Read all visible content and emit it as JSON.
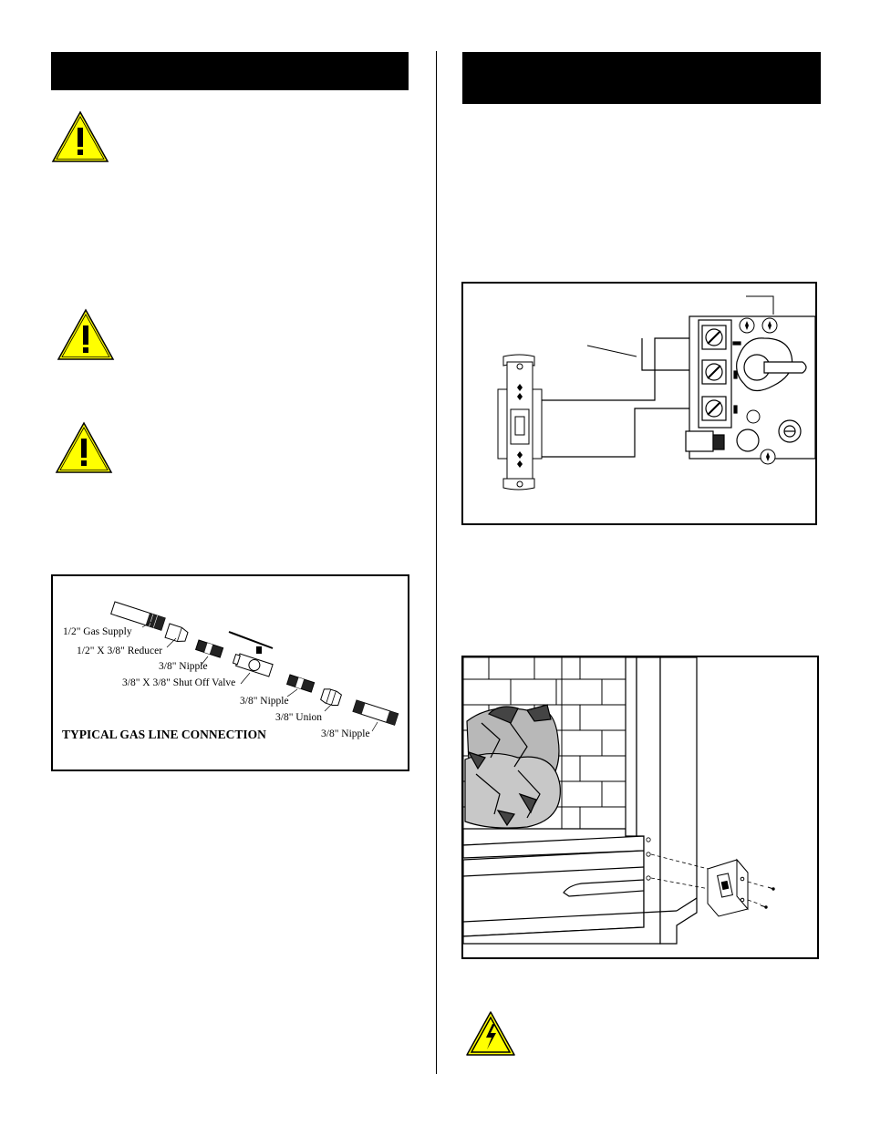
{
  "left_column": {
    "gas_figure": {
      "labels": {
        "gas_supply": "1/2\" Gas Supply",
        "reducer": "1/2\" X 3/8\" Reducer",
        "nipple_1": "3/8\" Nipple",
        "shutoff_valve": "3/8\" X 3/8\" Shut Off Valve",
        "nipple_2": "3/8\" Nipple",
        "union": "3/8\" Union",
        "nipple_3": "3/8\" Nipple"
      },
      "caption": "TYPICAL GAS LINE CONNECTION"
    }
  },
  "icons": {
    "warning": "warning-triangle-icon",
    "electrical": "electrical-hazard-icon"
  },
  "colors": {
    "warning_fill": "#ffff00",
    "header_bar": "#000000",
    "fabric_gray": "#b8b8b8"
  }
}
